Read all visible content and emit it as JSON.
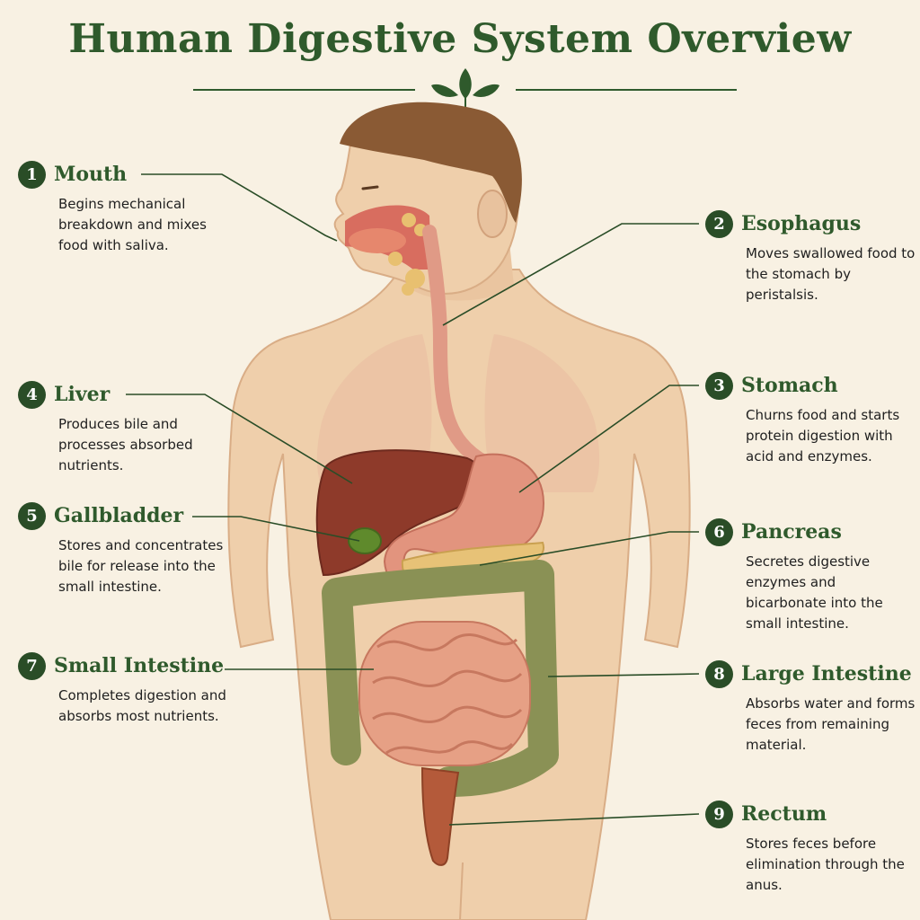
{
  "title": "Human Digestive System Overview",
  "colors": {
    "accent": "#2f5a2c",
    "badge": "#2a4d27",
    "background": "#f8f1e3",
    "skin": "#efcfab",
    "liver": "#8e3a2a",
    "stomach": "#e2947e",
    "gallbladder": "#5f8a2c",
    "pancreas": "#e7c277",
    "small_intestine": "#e6a085",
    "large_intestine": "#8a9155",
    "rectum": "#b45a3a"
  },
  "organs": [
    {
      "number": "1",
      "name": "Mouth",
      "description": "Begins mechanical breakdown and mixes food with saliva."
    },
    {
      "number": "2",
      "name": "Esophagus",
      "description": "Moves swallowed food to the stomach by peristalsis."
    },
    {
      "number": "3",
      "name": "Stomach",
      "description": "Churns food and starts protein digestion with acid and enzymes."
    },
    {
      "number": "4",
      "name": "Liver",
      "description": "Produces bile and processes absorbed nutrients."
    },
    {
      "number": "5",
      "name": "Gallbladder",
      "description": "Stores and concentrates bile for release into the small intestine."
    },
    {
      "number": "6",
      "name": "Pancreas",
      "description": "Secretes digestive enzymes and bicarbonate into the small intestine."
    },
    {
      "number": "7",
      "name": "Small Intestine",
      "description": "Completes digestion and absorbs most nutrients."
    },
    {
      "number": "8",
      "name": "Large Intestine",
      "description": "Absorbs water and forms feces from remaining material."
    },
    {
      "number": "9",
      "name": "Rectum",
      "description": "Stores feces before elimination through the anus."
    }
  ]
}
